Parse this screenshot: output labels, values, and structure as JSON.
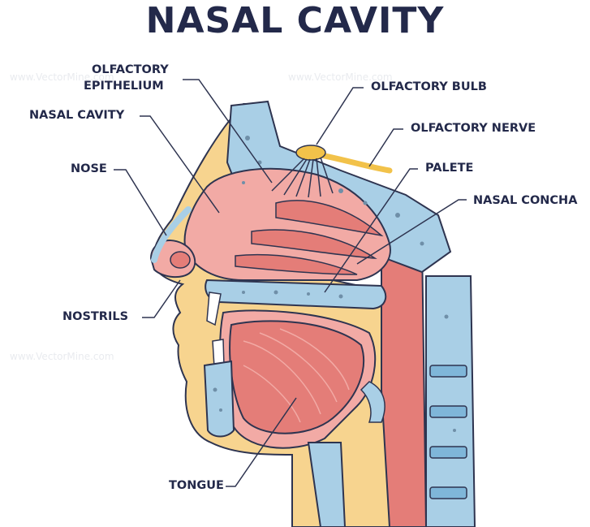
{
  "title": "NASAL CAVITY",
  "labels": {
    "olfactory_epithelium_line1": "OLFACTORY",
    "olfactory_epithelium_line2": "EPITHELIUM",
    "olfactory_bulb": "OLFACTORY BULB",
    "nasal_cavity": "NASAL CAVITY",
    "olfactory_nerve": "OLFACTORY NERVE",
    "nose": "NOSE",
    "palete": "PALETE",
    "nasal_concha": "NASAL CONCHA",
    "nostrils": "NOSTRILS",
    "tongue": "TONGUE"
  },
  "watermark": "www.VectorMine.com",
  "colors": {
    "title": "#23294a",
    "skin": "#f7d48f",
    "cavity_pink": "#f2aaa5",
    "tissue_red": "#e47d78",
    "bone_blue": "#a9cfe6",
    "bone_dots": "#6f8fa8",
    "nerve_yellow": "#f2c24a",
    "outline": "#2e3450"
  }
}
